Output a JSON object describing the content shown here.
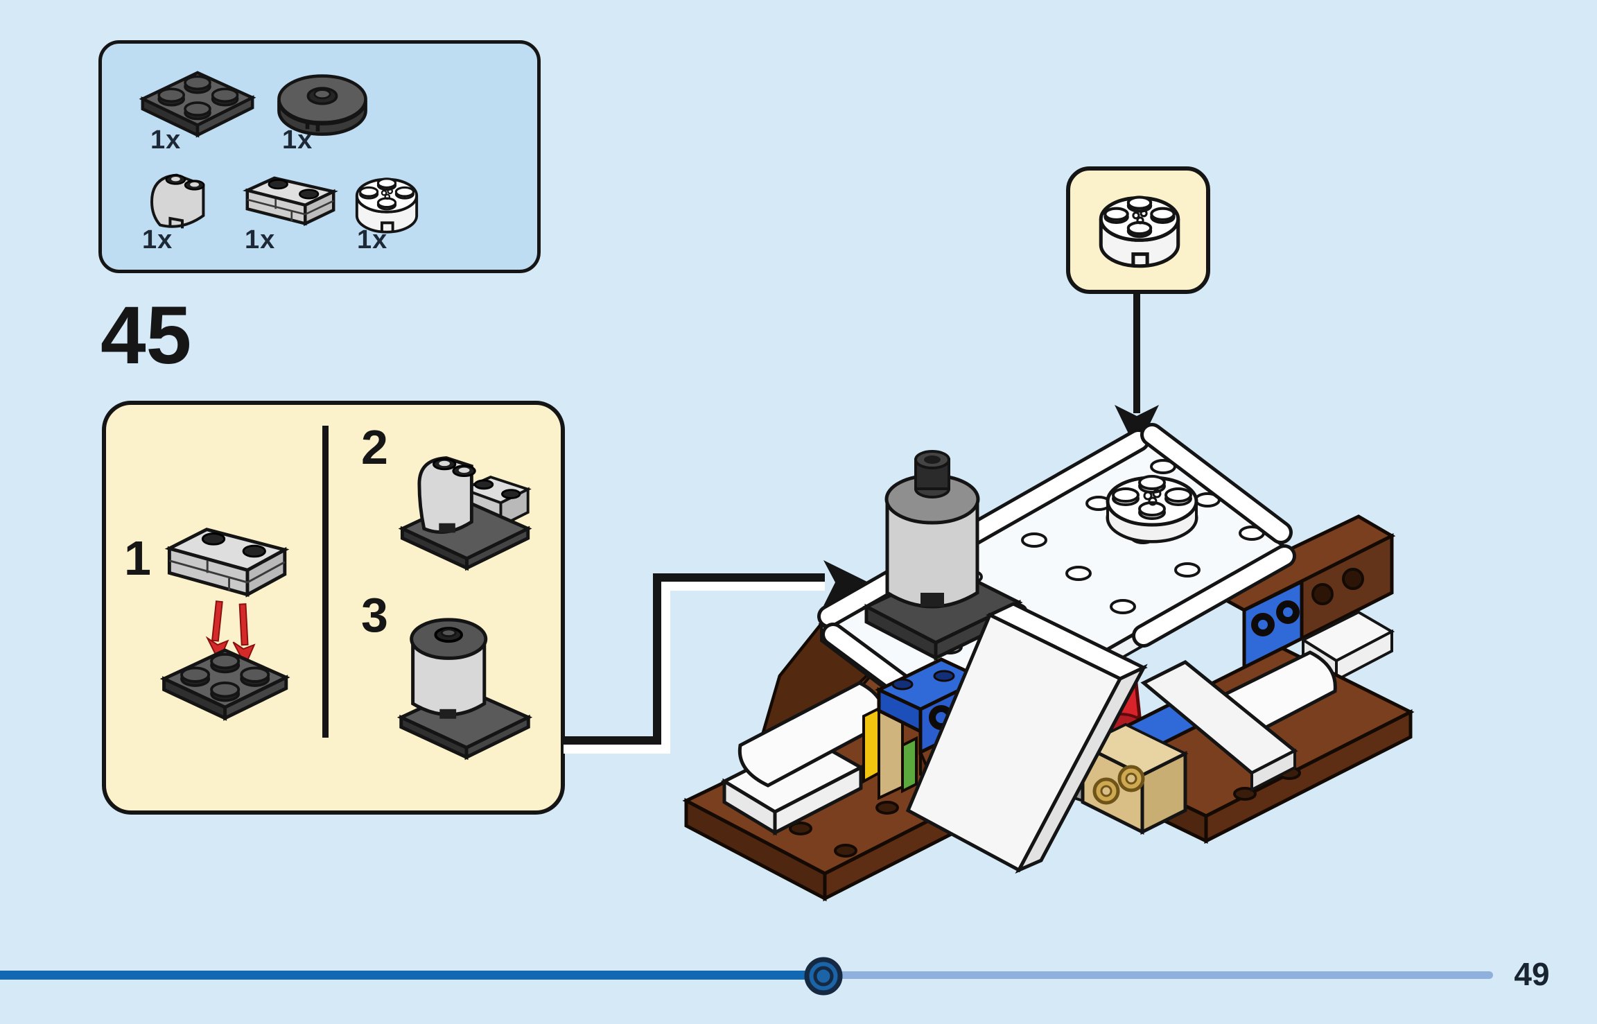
{
  "page": {
    "step_number": "45",
    "page_number": "49",
    "background_color": "#d6e9f7"
  },
  "parts_panel": {
    "fill_color": "#bedcf2",
    "items": [
      {
        "id": "plate-2x2-dark-gray",
        "qty": "1x"
      },
      {
        "id": "round-tile-2x2-dark-gray",
        "qty": "1x"
      },
      {
        "id": "curved-brick-2x2-light-gray",
        "qty": "1x"
      },
      {
        "id": "masonry-brick-1x2-light-gray",
        "qty": "1x"
      },
      {
        "id": "round-brick-2x2-white",
        "qty": "1x"
      }
    ]
  },
  "substeps_panel": {
    "fill_color": "#fbf2cc",
    "steps": [
      {
        "label": "1"
      },
      {
        "label": "2"
      },
      {
        "label": "3"
      }
    ]
  },
  "inset_panel": {
    "fill_color": "#fbf2cc",
    "part_id": "round-brick-2x2-white"
  },
  "progress_bar": {
    "filled_color": "#1268b2",
    "track_color": "#8fb0dc",
    "knob_fill": "#1c64a8",
    "knob_ring_color": "#152a42",
    "progress_fraction": "0.55"
  }
}
